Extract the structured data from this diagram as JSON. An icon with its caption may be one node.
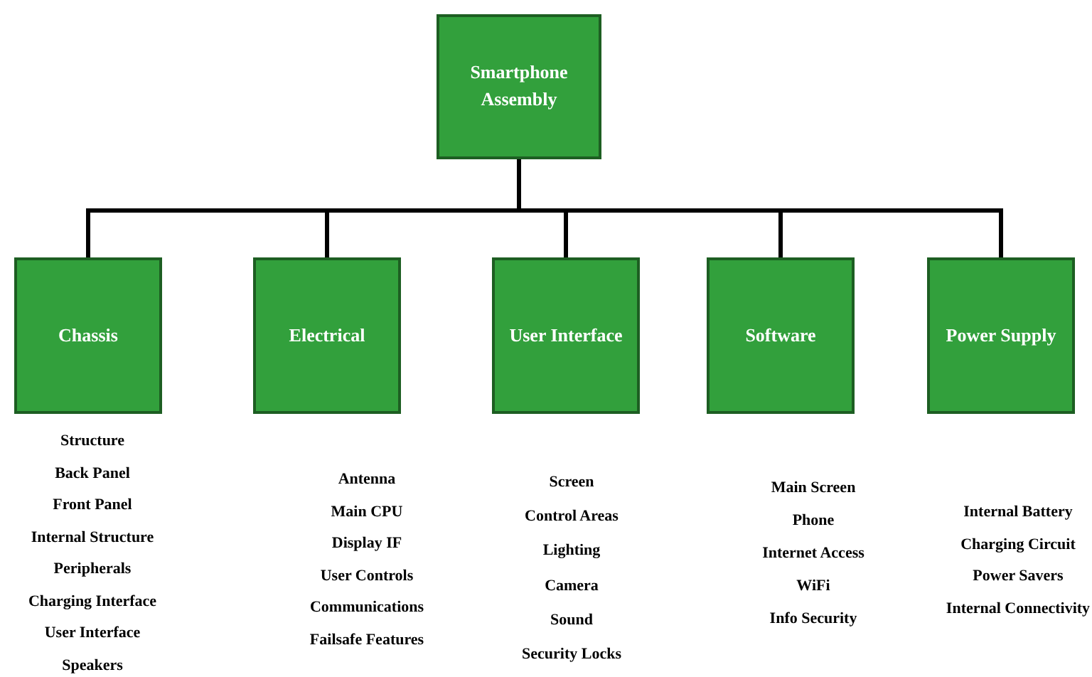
{
  "diagram": {
    "nodes": [
      {
        "text": [
          "Smartphone Assembly"
        ]
      },
      {
        "text": [
          "Chassis"
        ],
        "beside": [
          "Structure",
          "Back Panel",
          "Front Panel",
          "Internal Structure",
          "Peripherals",
          "Charging Interface",
          "User Interface",
          "Speakers"
        ]
      },
      {
        "text": [
          "Electrical"
        ],
        "beside": [
          "Antenna",
          "Main CPU",
          "Display IF",
          "User Controls",
          "Communications",
          "Failsafe Features"
        ]
      },
      {
        "text": [
          "User Interface"
        ],
        "beside": [
          "Screen",
          "Control Areas",
          "Lighting",
          "Camera",
          "Sound",
          "Security Locks"
        ]
      },
      {
        "text": [
          "Software"
        ],
        "beside": [
          "Main Screen",
          "Phone",
          "Internet Access",
          "WiFi",
          "Info Security"
        ]
      },
      {
        "text": [
          "Power Supply"
        ],
        "beside": [
          "Internal Battery",
          "Charging Circuit",
          "Power Savers",
          "Internal Connectivity"
        ]
      }
    ],
    "edges": [
      {
        "from": 0,
        "to": 1,
        "arrow": "none"
      },
      {
        "from": 0,
        "to": 2,
        "arrow": "none"
      },
      {
        "from": 0,
        "to": 3,
        "arrow": "none"
      },
      {
        "from": 0,
        "to": 4,
        "arrow": "none"
      },
      {
        "from": 0,
        "to": 5,
        "arrow": "none"
      }
    ]
  }
}
